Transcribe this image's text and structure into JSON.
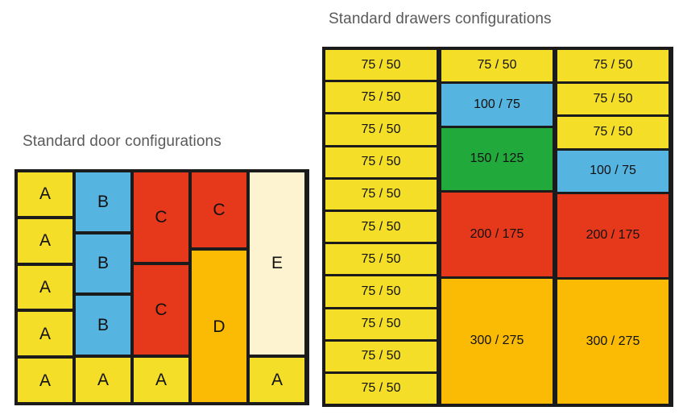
{
  "doors": {
    "title": "Standard door configurations",
    "columns": [
      {
        "name": "door-column-1",
        "width": 68,
        "cells": [
          {
            "label": "A",
            "color": "yellow",
            "flex": 1
          },
          {
            "label": "A",
            "color": "yellow",
            "flex": 1
          },
          {
            "label": "A",
            "color": "yellow",
            "flex": 1
          },
          {
            "label": "A",
            "color": "yellow",
            "flex": 1
          },
          {
            "label": "A",
            "color": "yellow",
            "flex": 1
          }
        ]
      },
      {
        "name": "door-column-2",
        "width": 68,
        "cells": [
          {
            "label": "B",
            "color": "blue",
            "flex": 1.32
          },
          {
            "label": "B",
            "color": "blue",
            "flex": 1.32
          },
          {
            "label": "B",
            "color": "blue",
            "flex": 1.32
          },
          {
            "label": "A",
            "color": "yellow",
            "flex": 1
          }
        ]
      },
      {
        "name": "door-column-3",
        "width": 68,
        "cells": [
          {
            "label": "C",
            "color": "red",
            "flex": 2
          },
          {
            "label": "C",
            "color": "red",
            "flex": 2
          },
          {
            "label": "A",
            "color": "yellow",
            "flex": 1
          }
        ]
      },
      {
        "name": "door-column-4",
        "width": 68,
        "cells": [
          {
            "label": "C",
            "color": "red",
            "flex": 1.35
          },
          {
            "label": "D",
            "color": "orange",
            "flex": 2.72
          }
        ]
      },
      {
        "name": "door-column-5",
        "width": 68,
        "cells": [
          {
            "label": "E",
            "color": "cream",
            "flex": 4.1
          },
          {
            "label": "A",
            "color": "yellow",
            "flex": 1
          }
        ]
      }
    ]
  },
  "drawers": {
    "title": "Standard drawers configurations",
    "columns": [
      {
        "name": "drawer-column-1",
        "width": 138,
        "cells": [
          {
            "label": "75 / 50",
            "color": "yellow",
            "flex": 75
          },
          {
            "label": "75 / 50",
            "color": "yellow",
            "flex": 75
          },
          {
            "label": "75 / 50",
            "color": "yellow",
            "flex": 75
          },
          {
            "label": "75 / 50",
            "color": "yellow",
            "flex": 75
          },
          {
            "label": "75 / 50",
            "color": "yellow",
            "flex": 75
          },
          {
            "label": "75 / 50",
            "color": "yellow",
            "flex": 75
          },
          {
            "label": "75 / 50",
            "color": "yellow",
            "flex": 75
          },
          {
            "label": "75 / 50",
            "color": "yellow",
            "flex": 75
          },
          {
            "label": "75 / 50",
            "color": "yellow",
            "flex": 75
          },
          {
            "label": "75 / 50",
            "color": "yellow",
            "flex": 75
          },
          {
            "label": "75 / 50",
            "color": "yellow",
            "flex": 75
          }
        ]
      },
      {
        "name": "drawer-column-2",
        "width": 138,
        "cells": [
          {
            "label": "75 / 50",
            "color": "yellow",
            "flex": 75
          },
          {
            "label": "100 / 75",
            "color": "blue",
            "flex": 100
          },
          {
            "label": "150 / 125",
            "color": "green",
            "flex": 150
          },
          {
            "label": "200 / 175",
            "color": "red",
            "flex": 200
          },
          {
            "label": "300 / 275",
            "color": "orange",
            "flex": 300
          }
        ]
      },
      {
        "name": "drawer-column-3",
        "width": 138,
        "cells": [
          {
            "label": "75 / 50",
            "color": "yellow",
            "flex": 75
          },
          {
            "label": "75 / 50",
            "color": "yellow",
            "flex": 75
          },
          {
            "label": "75 / 50",
            "color": "yellow",
            "flex": 75
          },
          {
            "label": "100 / 75",
            "color": "blue",
            "flex": 100
          },
          {
            "label": "200 / 175",
            "color": "red",
            "flex": 200
          },
          {
            "label": "300 / 275",
            "color": "orange",
            "flex": 300
          }
        ]
      }
    ]
  },
  "colors": {
    "yellow": "#F5DE28",
    "blue": "#55B4E0",
    "red": "#E6381A",
    "orange": "#FBBB04",
    "cream": "#FDF3D0",
    "green": "#22A93C",
    "frame": "#1b1b1b",
    "title_text": "#5a5a5a",
    "background": "#FFFFFF"
  }
}
